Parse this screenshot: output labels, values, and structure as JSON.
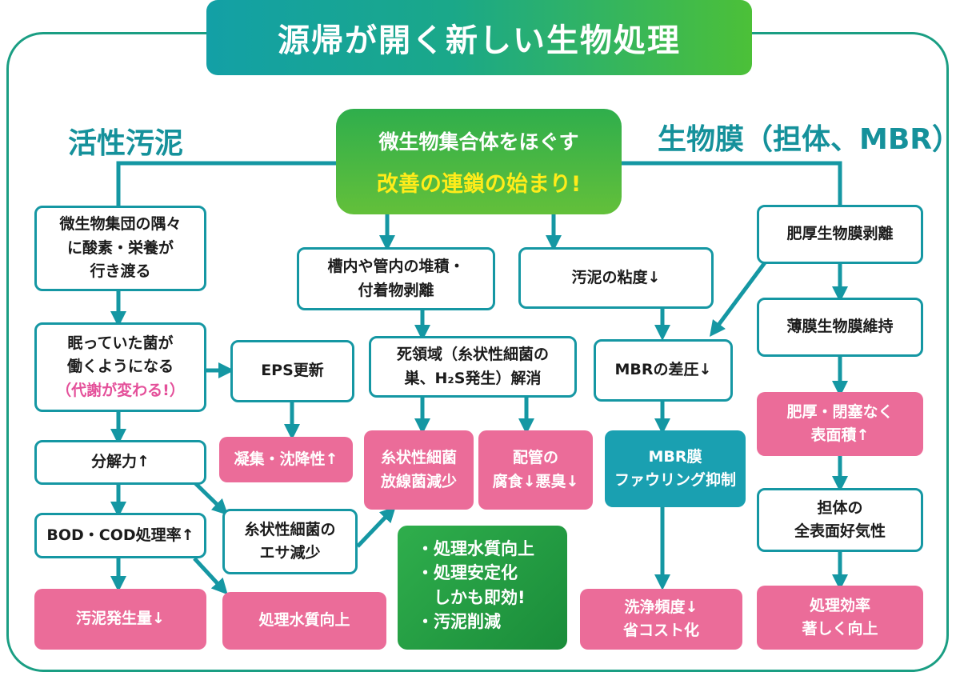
{
  "title": "源帰が開く新しい生物処理",
  "headings": {
    "left": "活性汚泥",
    "right": "生物膜（担体、MBR）"
  },
  "center": {
    "line1": "微生物集合体をほぐす",
    "line2": "改善の連鎖の始まり!"
  },
  "left_column": {
    "oxygen": "微生物集団の隅々\nに酸素・栄養が\n行き渡る",
    "bacteria_main": "眠っていた菌が\n働くようになる",
    "bacteria_sub": "（代謝が変わる!）",
    "decomp": "分解力↑",
    "bod": "BOD・COD処理率↑",
    "sludge_gen": "汚泥発生量↓",
    "eps": "EPS更新",
    "agglom": "凝集・沈降性↑",
    "filament_feed": "糸状性細菌の\nエサ減少",
    "water_quality": "処理水質向上"
  },
  "middle_column": {
    "deposit": "槽内や管内の堆積・\n付着物剥離",
    "dead_zone": "死領域（糸状性細菌の\n巣、H₂S発生）解消",
    "filament_reduce": "糸状性細菌\n放線菌減少",
    "pipe": "配管の\n腐食↓悪臭↓",
    "viscosity": "汚泥の粘度↓",
    "summary": [
      "・処理水質向上",
      "・処理安定化",
      "　しかも即効!",
      "・汚泥削減"
    ]
  },
  "right_column": {
    "mbr_pressure": "MBRの差圧↓",
    "mbr_fouling": "MBR膜\nファウリング抑制",
    "cleaning": "洗浄頻度↓\n省コスト化",
    "thick_peel": "肥厚生物膜剥離",
    "thin_keep": "薄膜生物膜維持",
    "surface": "肥厚・閉塞なく\n表面積↑",
    "aerobic": "担体の\n全表面好気性",
    "efficiency": "処理効率\n著しく向上"
  },
  "colors": {
    "teal": "#1597a3",
    "pink": "#eb6c99",
    "green": "#2fae4c",
    "yellow": "#ffec1a"
  }
}
